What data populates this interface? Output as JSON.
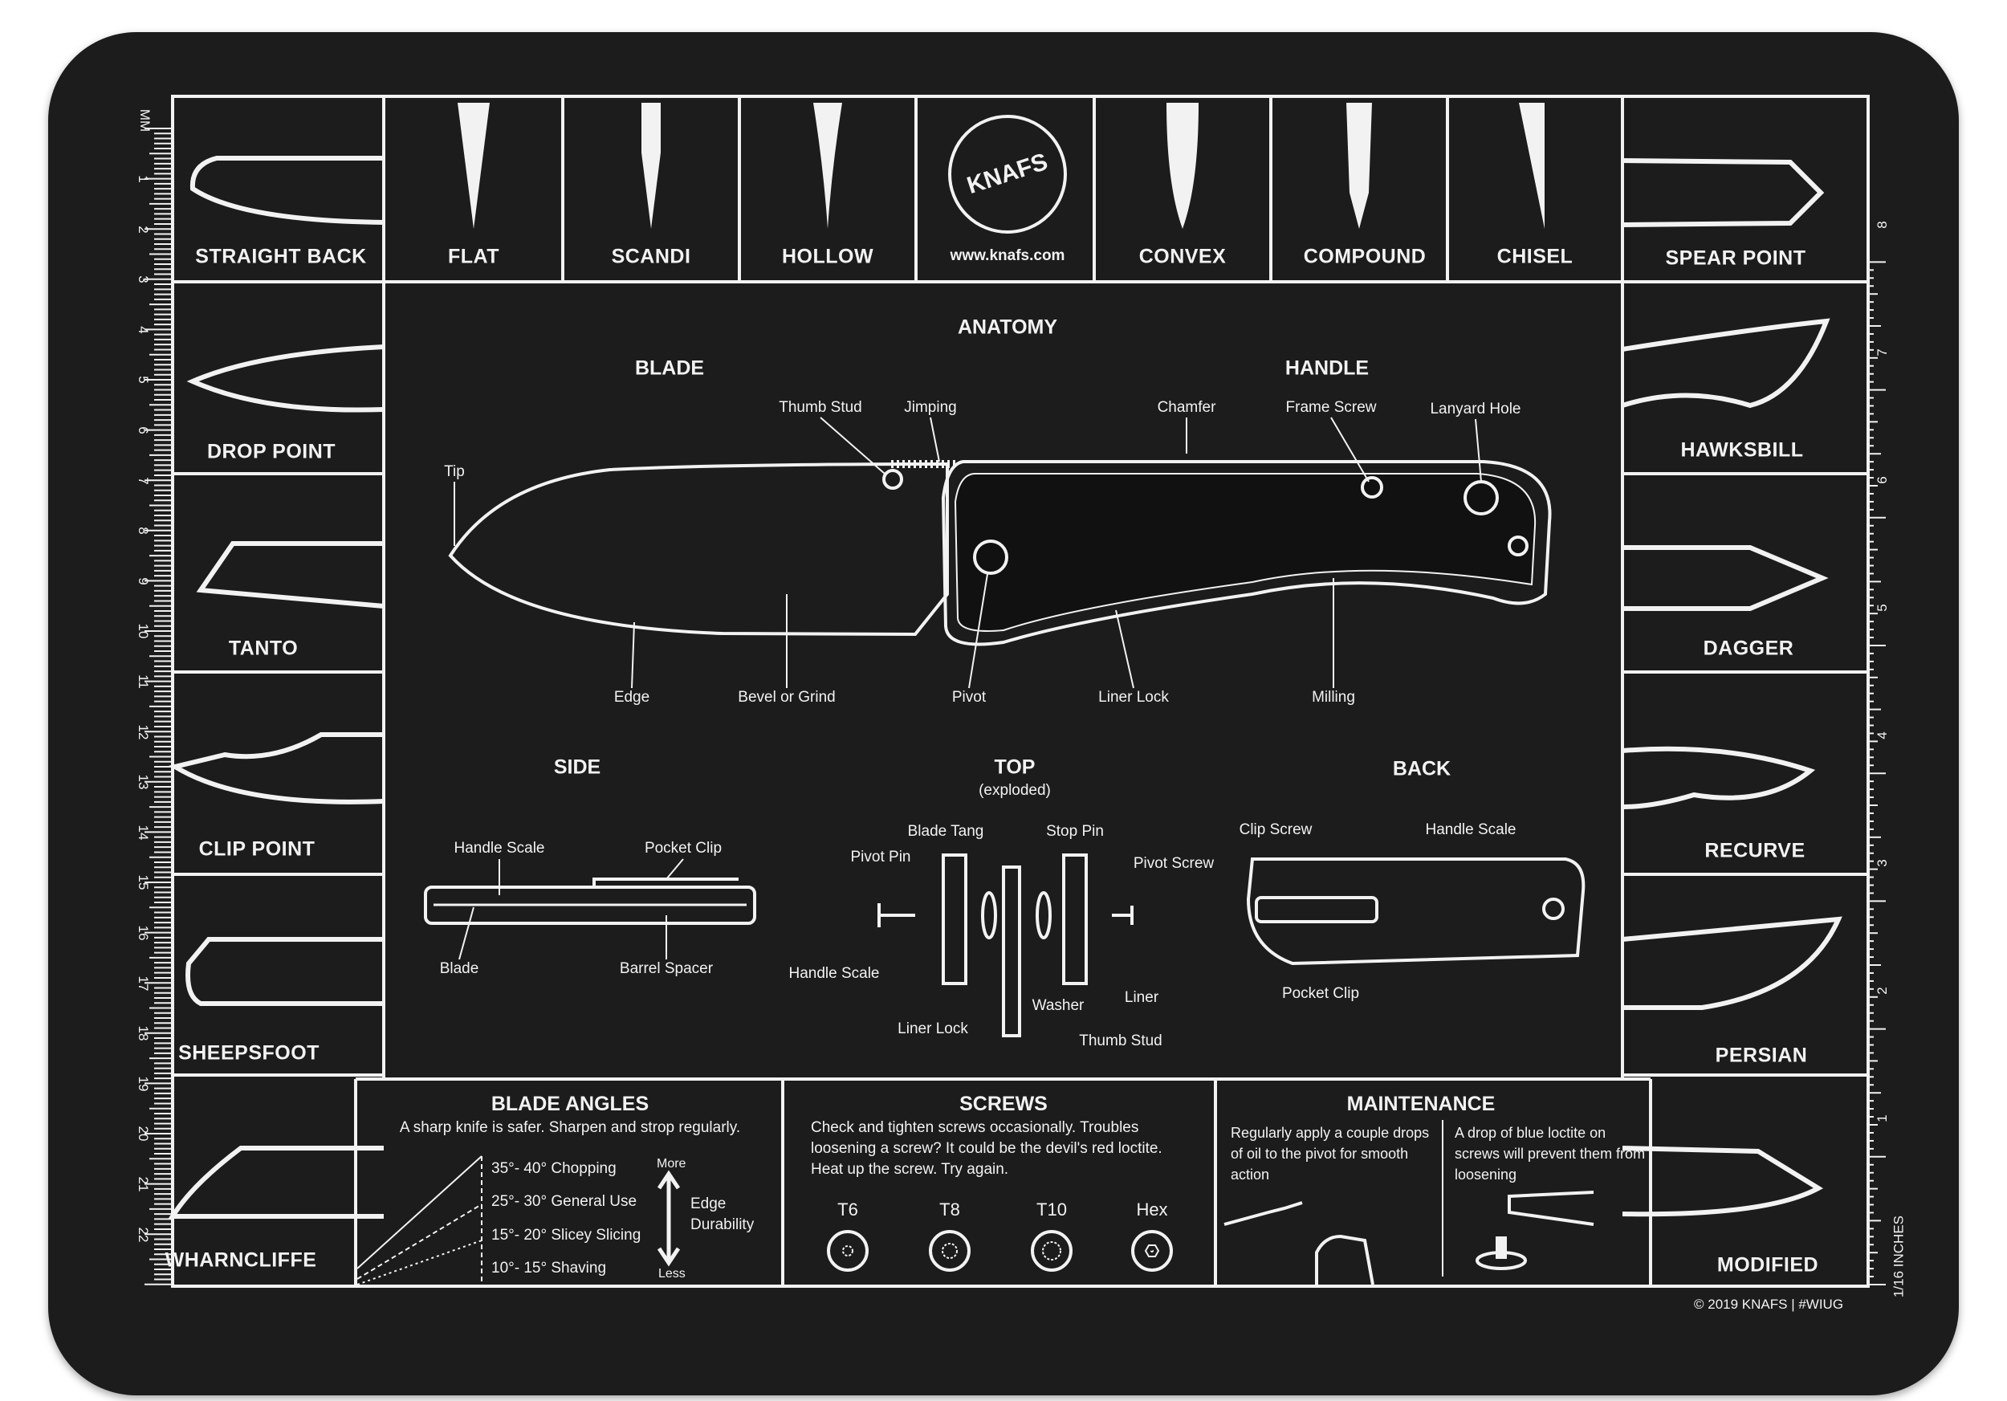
{
  "brand": {
    "logo": "KNAFS",
    "url": "www.knafs.com",
    "copyright": "© 2019 KNAFS  |  #WIUG"
  },
  "grinds": [
    "FLAT",
    "SCANDI",
    "HOLLOW",
    "CONVEX",
    "COMPOUND",
    "CHISEL"
  ],
  "left_shapes": [
    "STRAIGHT BACK",
    "DROP POINT",
    "TANTO",
    "CLIP POINT",
    "SHEEPSFOOT",
    "WHARNCLIFFE"
  ],
  "right_shapes": [
    "SPEAR POINT",
    "HAWKSBILL",
    "DAGGER",
    "RECURVE",
    "PERSIAN",
    "MODIFIED"
  ],
  "anatomy": {
    "title": "ANATOMY",
    "blade": "BLADE",
    "handle": "HANDLE",
    "labels": [
      "Thumb Stud",
      "Jimping",
      "Chamfer",
      "Frame Screw",
      "Lanyard Hole",
      "Tip",
      "Edge",
      "Bevel or Grind",
      "Pivot",
      "Liner Lock",
      "Milling"
    ]
  },
  "side": {
    "title": "SIDE",
    "labels": [
      "Handle Scale",
      "Pocket Clip",
      "Blade",
      "Barrel Spacer"
    ]
  },
  "top": {
    "title": "TOP",
    "subtitle": "(exploded)",
    "labels": [
      "Blade Tang",
      "Stop Pin",
      "Pivot Pin",
      "Pivot Screw",
      "Handle Scale",
      "Liner",
      "Washer",
      "Liner Lock",
      "Thumb Stud"
    ]
  },
  "back": {
    "title": "BACK",
    "labels": [
      "Clip Screw",
      "Handle Scale",
      "Pocket Clip"
    ]
  },
  "blade_angles": {
    "title": "BLADE ANGLES",
    "subtitle": "A sharp knife is safer. Sharpen and strop regularly.",
    "rows": [
      "35°- 40° Chopping",
      "25°- 30° General Use",
      "15°- 20° Slicey Slicing",
      "10°- 15° Shaving"
    ],
    "more": "More",
    "less": "Less",
    "axis": "Edge Durability"
  },
  "screws": {
    "title": "SCREWS",
    "text": "Check and tighten screws occasionally. Troubles loosening a screw? It could be the devil's red loctite. Heat up the screw. Try again.",
    "types": [
      "T6",
      "T8",
      "T10",
      "Hex"
    ]
  },
  "maintenance": {
    "title": "MAINTENANCE",
    "left": "Regularly apply a couple drops of oil to the pivot for smooth action",
    "right": "A drop of blue loctite on screws will prevent them from loosening"
  },
  "ruler": {
    "mm_label": "MM",
    "mm": [
      "1",
      "2",
      "3",
      "4",
      "5",
      "6",
      "7",
      "8",
      "9",
      "10",
      "11",
      "12",
      "13",
      "14",
      "15",
      "16",
      "17",
      "18",
      "19",
      "20",
      "21",
      "22"
    ],
    "inches_label": "1/16 INCHES",
    "inches": [
      "8",
      "7",
      "6",
      "5",
      "4",
      "3",
      "2",
      "1"
    ]
  },
  "colors": {
    "mat": "#1c1c1c",
    "ink": "#f2f2f2"
  }
}
